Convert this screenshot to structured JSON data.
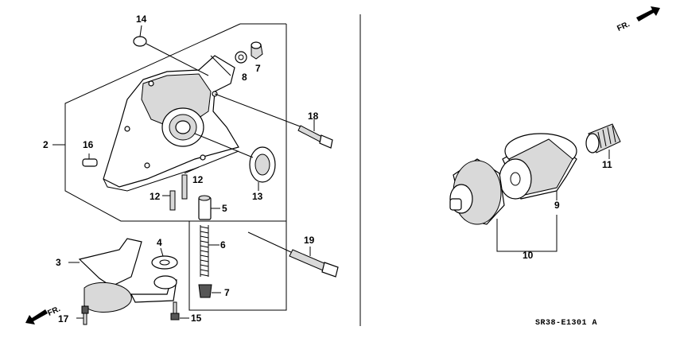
{
  "callouts": {
    "c2": "2",
    "c3": "3",
    "c4": "4",
    "c5": "5",
    "c6": "6",
    "c7a": "7",
    "c7b": "7",
    "c8": "8",
    "c9": "9",
    "c10": "10",
    "c11": "11",
    "c12a": "12",
    "c12b": "12",
    "c13": "13",
    "c14": "14",
    "c15": "15",
    "c16": "16",
    "c17": "17",
    "c18": "18",
    "c19": "19"
  },
  "direction": {
    "front_top": "FR.",
    "front_bottom": "FR."
  },
  "diagram_code": "SR38-E1301 A"
}
